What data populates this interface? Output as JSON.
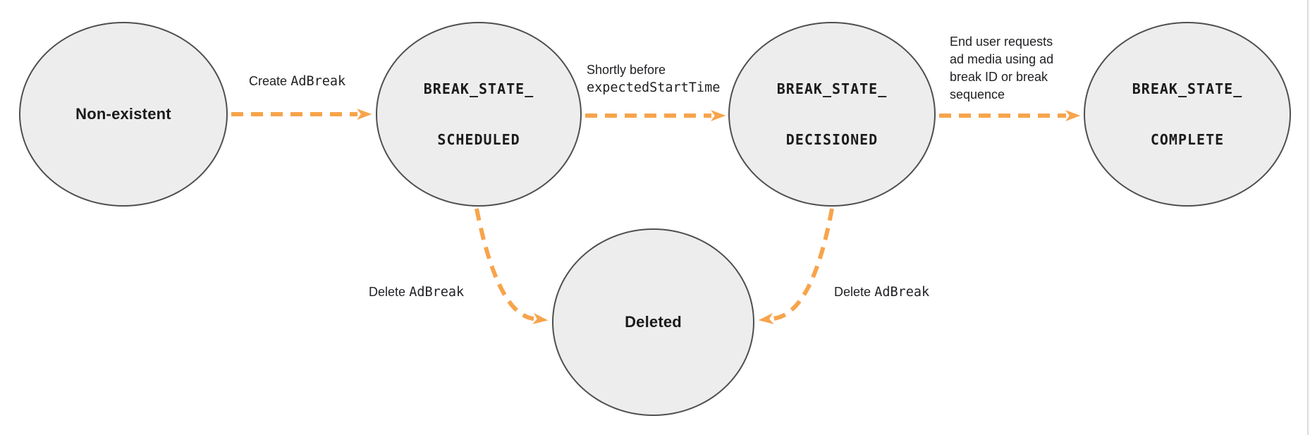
{
  "diagram": {
    "type": "state-diagram",
    "colors": {
      "arrow": "#F7A44C",
      "node_fill": "#EDEDED",
      "node_stroke": "#4F4F4F",
      "text": "#202124"
    },
    "nodes": [
      {
        "id": "non-existent",
        "label": "Non-existent"
      },
      {
        "id": "break-state-scheduled",
        "line1": "BREAK_STATE_",
        "line2": "SCHEDULED"
      },
      {
        "id": "break-state-decisioned",
        "line1": "BREAK_STATE_",
        "line2": "DECISIONED"
      },
      {
        "id": "break-state-complete",
        "line1": "BREAK_STATE_",
        "line2": "COMPLETE"
      },
      {
        "id": "deleted",
        "label": "Deleted"
      }
    ],
    "edges": [
      {
        "from": "non-existent",
        "to": "break-state-scheduled",
        "text": "Create",
        "code": "AdBreak"
      },
      {
        "from": "break-state-scheduled",
        "to": "break-state-decisioned",
        "text": "Shortly before",
        "code": "expectedStartTime"
      },
      {
        "from": "break-state-decisioned",
        "to": "break-state-complete",
        "lines": [
          "End user requests",
          "ad media using ad",
          "break ID or break",
          "sequence"
        ]
      },
      {
        "from": "break-state-scheduled",
        "to": "deleted",
        "text": "Delete",
        "code": "AdBreak"
      },
      {
        "from": "break-state-decisioned",
        "to": "deleted",
        "text": "Delete",
        "code": "AdBreak"
      }
    ]
  }
}
